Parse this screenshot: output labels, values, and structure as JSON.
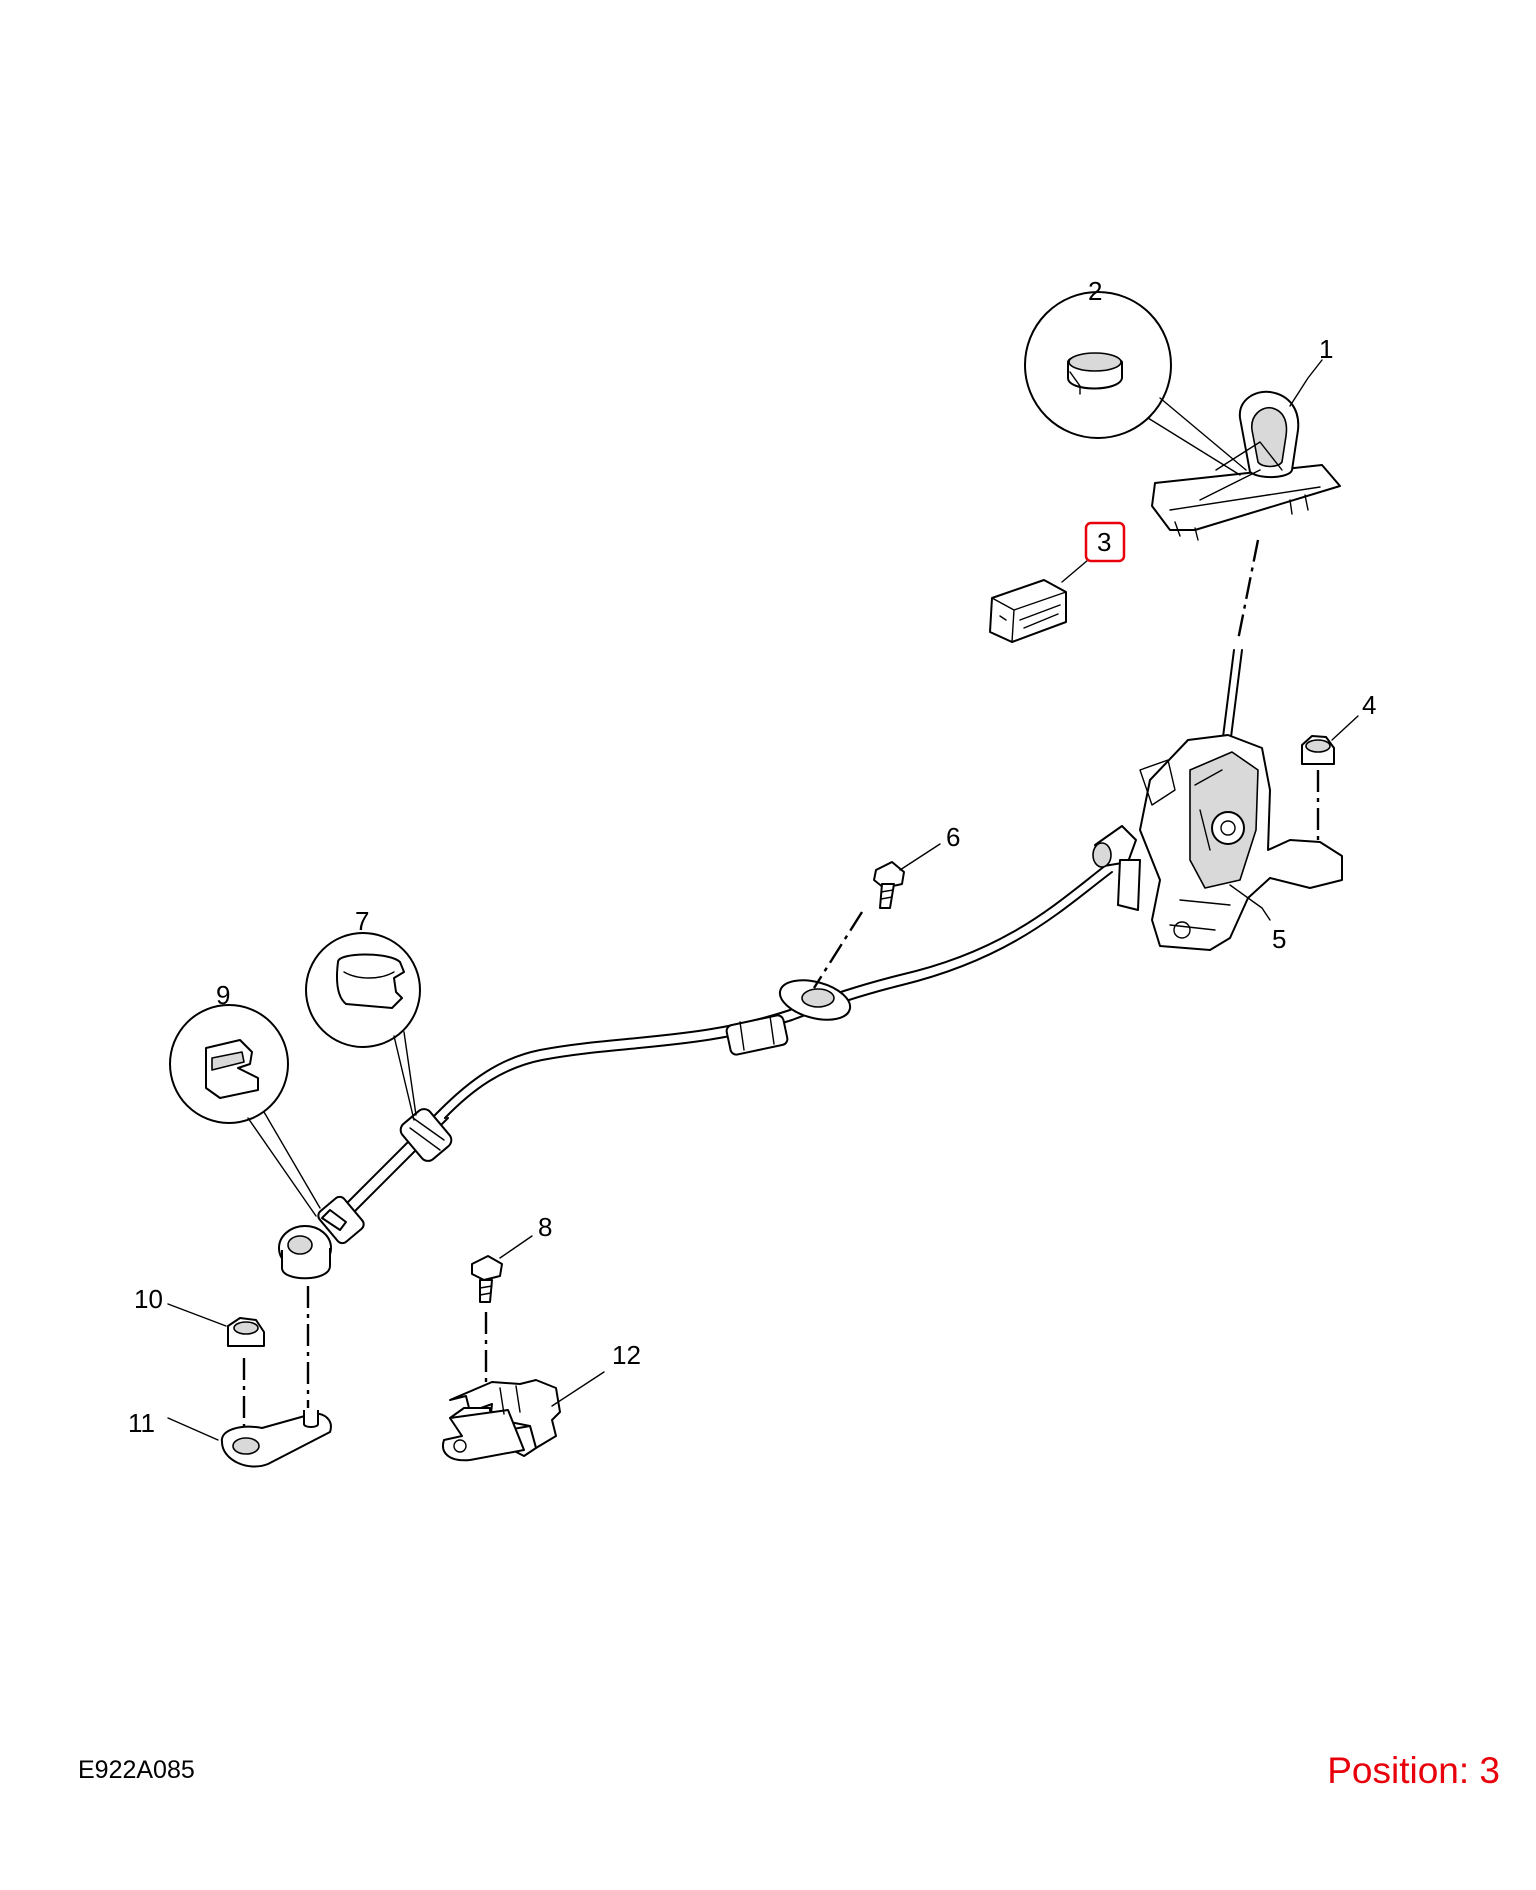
{
  "callouts": [
    {
      "id": "c1",
      "label": "1"
    },
    {
      "id": "c2",
      "label": "2"
    },
    {
      "id": "c3",
      "label": "3",
      "highlighted": true
    },
    {
      "id": "c4",
      "label": "4"
    },
    {
      "id": "c5",
      "label": "5"
    },
    {
      "id": "c6",
      "label": "6"
    },
    {
      "id": "c7",
      "label": "7"
    },
    {
      "id": "c8",
      "label": "8"
    },
    {
      "id": "c9",
      "label": "9"
    },
    {
      "id": "c10",
      "label": "10"
    },
    {
      "id": "c11",
      "label": "11"
    },
    {
      "id": "c12",
      "label": "12"
    }
  ],
  "footer": {
    "drawing_code": "E922A085",
    "position_text": "Position: 3"
  },
  "colors": {
    "line": "#000000",
    "highlight": "#e8000b",
    "background": "#ffffff"
  }
}
